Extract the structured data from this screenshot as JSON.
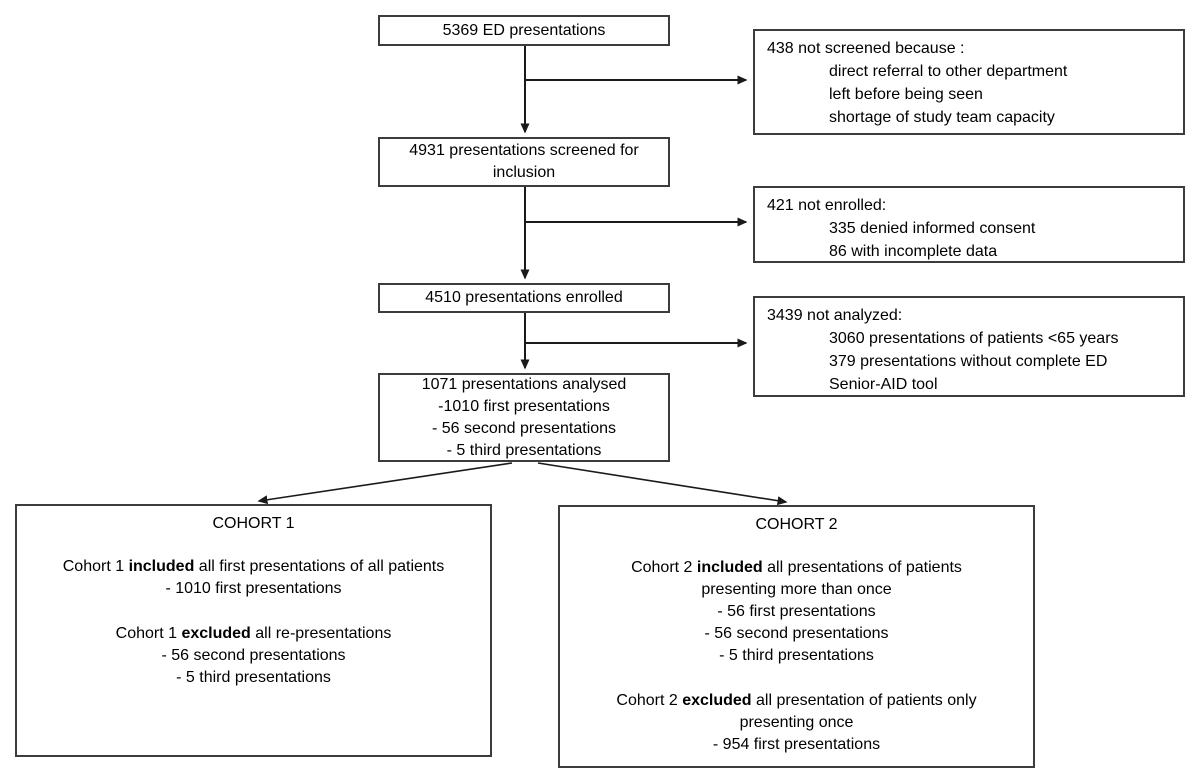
{
  "diagram": {
    "title": "ED presentations screening and cohort flowchart",
    "colors": {
      "background": "#ffffff",
      "box_border": "#3c3c3c",
      "text": "#000000",
      "arrow": "#1a1a1a"
    },
    "boxes": {
      "ed": {
        "line1": "5369 ED presentations"
      },
      "screened": {
        "line1": "4931 presentations screened for",
        "line2": "inclusion"
      },
      "enrolled": {
        "line1": "4510 presentations enrolled"
      },
      "analysed": {
        "line1": "1071 presentations analysed",
        "line2": "-1010 first presentations",
        "line3": "- 56 second presentations",
        "line4": "- 5 third presentations"
      },
      "not_screened": {
        "line1": "438 not screened because :",
        "line2": "direct referral to other department",
        "line3": "left before being seen",
        "line4": "shortage of study team capacity"
      },
      "not_enrolled": {
        "line1": "421 not enrolled:",
        "line2": "335 denied informed consent",
        "line3": "86 with incomplete data"
      },
      "not_analyzed": {
        "line1": "3439 not analyzed:",
        "line2": "3060 presentations of patients <65 years",
        "line3": "379 presentations without complete ED",
        "line4": "Senior-AID tool"
      },
      "cohort1": {
        "title": "COHORT 1",
        "included_prefix": "Cohort 1 ",
        "included_bold": "included",
        "included_suffix": " all first presentations of all patients",
        "included_item1": "- 1010 first presentations",
        "excluded_prefix": "Cohort 1 ",
        "excluded_bold": "excluded",
        "excluded_suffix": " all re-presentations",
        "excluded_item1": "- 56 second presentations",
        "excluded_item2": "- 5 third presentations"
      },
      "cohort2": {
        "title": "COHORT 2",
        "included_prefix": "Cohort 2 ",
        "included_bold": "included",
        "included_suffix": " all presentations of patients",
        "included_line2": "presenting more than once",
        "included_item1": "- 56 first presentations",
        "included_item2": "- 56 second presentations",
        "included_item3": "- 5 third presentations",
        "excluded_prefix": "Cohort 2 ",
        "excluded_bold": "excluded",
        "excluded_suffix": " all presentation of patients only",
        "excluded_line2": "presenting once",
        "excluded_item1": "- 954 first presentations"
      }
    }
  }
}
